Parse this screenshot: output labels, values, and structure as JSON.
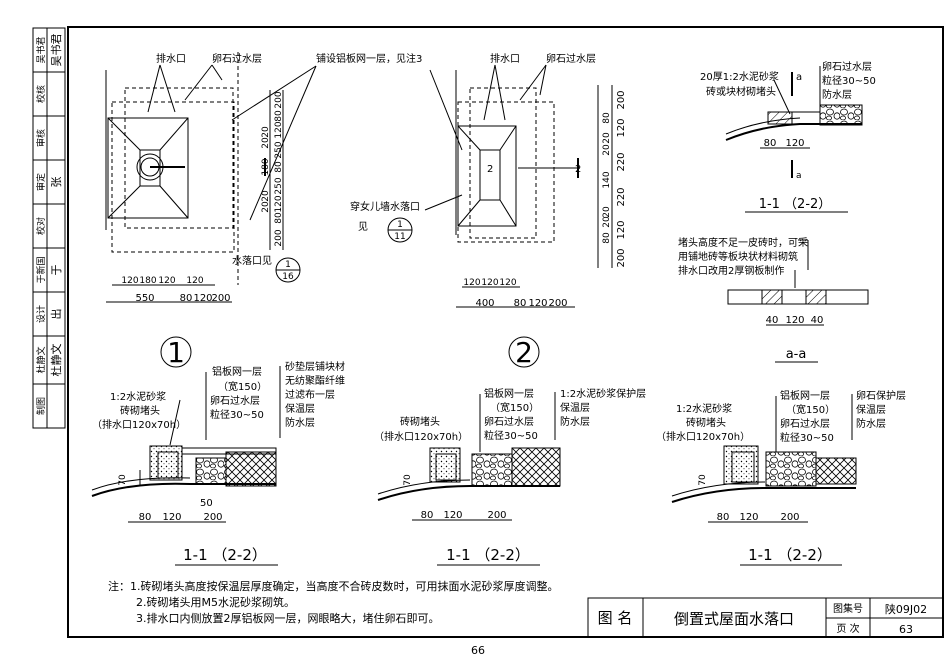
{
  "sidebar": [
    {
      "label": "吴书君",
      "sig": "吴书君"
    },
    {
      "label": "校核",
      "sig": ""
    },
    {
      "label": "审核",
      "sig": ""
    },
    {
      "label": "审定",
      "sig": "张"
    },
    {
      "label": "校对",
      "sig": ""
    },
    {
      "label": "于新国",
      "sig": "于"
    },
    {
      "label": "设计",
      "sig": "出"
    },
    {
      "label": "杜静文",
      "sig": "杜静文"
    },
    {
      "label": "制图",
      "sig": ""
    }
  ],
  "plan1": {
    "label_outlet": "排水口",
    "label_gravel": "卵石过水层",
    "label_mesh": "铺设铝板网一层，见注3",
    "label_ref": "水落口见",
    "ref_top": "1",
    "ref_bottom": "16",
    "dims_right": [
      "200",
      "80",
      "120",
      "250",
      "80",
      "250",
      "120",
      "80",
      "200"
    ],
    "dims_right2": [
      "20",
      "20",
      "180",
      "1",
      "20",
      "20"
    ],
    "dims_bottom_top": [
      "120",
      "180",
      "120",
      "120"
    ],
    "dims_bottom": [
      "550",
      "80",
      "120",
      "200"
    ],
    "section_mark": "1",
    "number": "1"
  },
  "plan2": {
    "label_outlet": "排水口",
    "label_gravel": "卵石过水层",
    "label_ref": "穿女儿墙水落口",
    "label_ref2": "见",
    "ref_top": "1",
    "ref_bottom": "11",
    "section_mark": "2",
    "dims_right": [
      "200",
      "120",
      "220",
      "220",
      "120",
      "200"
    ],
    "dims_right2": [
      "80",
      "20",
      "20",
      "140",
      "20",
      "20",
      "80"
    ],
    "dims_bottom_top": [
      "120",
      "120",
      "120"
    ],
    "dims_bottom": [
      "400",
      "80",
      "120",
      "200"
    ],
    "number": "2"
  },
  "detail_top_right": {
    "label_left1": "20厚1:2水泥砂浆",
    "label_left2": "砖或块材砌堵头",
    "label_cut": "a",
    "label_right1": "卵石过水层",
    "label_right2": "粒径30~50",
    "label_right3": "防水层",
    "dims": [
      "80",
      "120"
    ],
    "cut_bottom": "a",
    "caption": "1-1 （2-2）"
  },
  "detail_aa": {
    "note1": "堵头高度不足一皮砖时，可采",
    "note2": "用铺地砖等板块状材料砌筑",
    "note3": "排水口改用2厚钢板制作",
    "dims": [
      "40",
      "120",
      "40"
    ],
    "caption": "a-a"
  },
  "section_left": {
    "l1": "1:2水泥砂浆",
    "l2": "砖砌堵头",
    "l3": "（排水口120x70h）",
    "m1": "铝板网一层",
    "m2": "（宽150）",
    "m3": "卵石过水层",
    "m4": "粒径30~50",
    "r1": "砂垫层铺块材",
    "r2": "无纺聚酯纤维",
    "r3": "过滤布一层",
    "r4": "保温层",
    "r5": "防水层",
    "h": "70",
    "d50": "50",
    "dims": [
      "80",
      "120",
      "200"
    ],
    "caption": "1-1 （2-2）"
  },
  "section_mid": {
    "l1": "砖砌堵头",
    "l2": "（排水口120x70h）",
    "m1": "铝板网一层",
    "m2": "（宽150）",
    "m3": "卵石过水层",
    "m4": "粒径30~50",
    "r1": "1:2水泥砂浆保护层",
    "r2": "保温层",
    "r3": "防水层",
    "h": "70",
    "dims": [
      "80",
      "120",
      "200"
    ],
    "caption": "1-1 （2-2）"
  },
  "section_right": {
    "l1": "1:2水泥砂浆",
    "l2": "砖砌堵头",
    "l3": "（排水口120x70h）",
    "m1": "铝板网一层",
    "m2": "（宽150）",
    "m3": "卵石过水层",
    "m4": "粒径30~50",
    "r1": "卵石保护层",
    "r2": "保温层",
    "r3": "防水层",
    "h": "70",
    "dims": [
      "80",
      "120",
      "200"
    ],
    "caption": "1-1 （2-2）"
  },
  "notes": {
    "n1": "注：1.砖砌堵头高度按保温层厚度确定，当高度不合砖皮数时，可用抹面水泥砂浆厚度调整。",
    "n2": "2.砖砌堵头用M5水泥砂浆砌筑。",
    "n3": "3.排水口内侧放置2厚铝板网一层，网眼略大，堵住卵石即可。"
  },
  "titleblock": {
    "label": "图  名",
    "title": "倒置式屋面水落口",
    "atlas_label": "图集号",
    "atlas": "陕09J02",
    "page_label": "页  次",
    "page": "63"
  },
  "page_number": "66"
}
